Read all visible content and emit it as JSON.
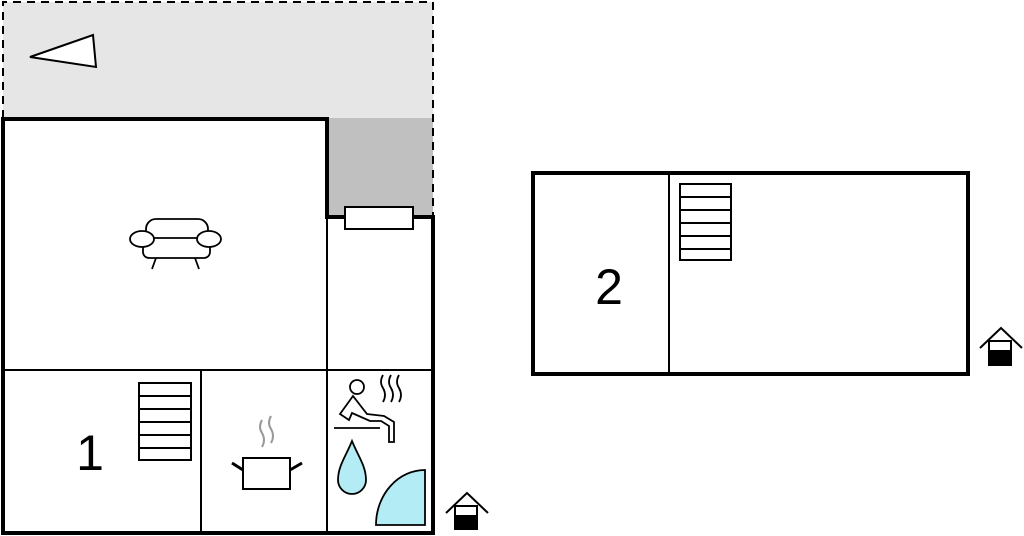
{
  "floor_plan": {
    "building_1": {
      "label": "1"
    },
    "building_2": {
      "label": "2"
    },
    "icons": {
      "terrace": "terrace-area",
      "carport": "covered-area",
      "north": "north-arrow-icon",
      "living_room": "sofa-icon",
      "kitchen": "cooking-pot-icon",
      "sauna": "sauna-icon",
      "water": "water-drop-icon",
      "shower": "shower-icon",
      "stairs": "stairs-icon",
      "entrance": "entrance-icon"
    },
    "colors": {
      "wall": "#000000",
      "terrace": "#e6e6e6",
      "carport": "#c0c0c0",
      "water": "#b3ecf4"
    }
  }
}
